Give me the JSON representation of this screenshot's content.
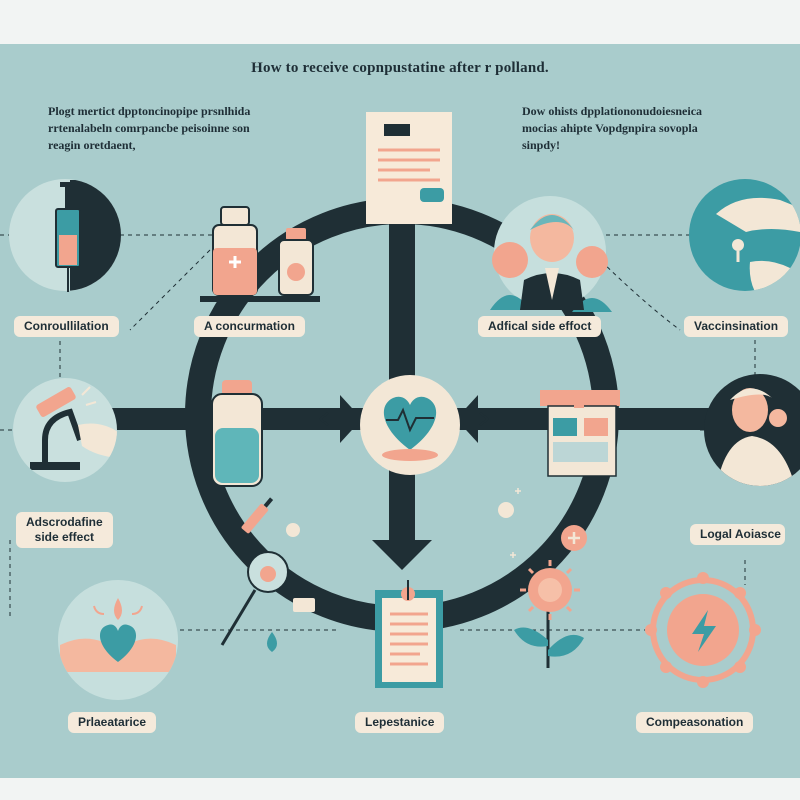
{
  "title": "How to receive copnpustatine after r polland.",
  "notes": {
    "left": [
      "Plogt mertict dpptoncinopipe prsnlhida",
      "rrtenalabeln comrpancbe peisoinne son",
      "reagin oretdaent,"
    ],
    "right": [
      "Dow ohists dpplationonudoiesneica",
      "mocias ahipte Vopdgnpira sovopla",
      "sinpdy!"
    ]
  },
  "stages": {
    "consultation": "Conroullilation",
    "consummation": "A concurmation",
    "adverse_top": "Adfical side effoct",
    "vaccination": "Vaccinsination",
    "adverse_left": [
      "Adscrodafine",
      "side effect"
    ],
    "legal": "Logal Aoiasce",
    "process": "Prlaeatarice",
    "acceptance": "Lepestanice",
    "compensation": "Compeasonation"
  },
  "colors": {
    "background": "#a9cccc",
    "flow": "#1f2f35",
    "peach": "#f2a58e",
    "teal": "#3c9ca4",
    "cream": "#f5eadb",
    "panel": "#f2f4f3"
  },
  "icons": [
    "syringe-icon",
    "vials-icon",
    "document-icon",
    "doctors-icon",
    "hands-icon",
    "microscope-icon",
    "vial-icon",
    "heart-icon",
    "pharmacy-icon",
    "patient-icon",
    "droplet-icon",
    "clipboard-icon",
    "flower-icon",
    "badge-icon"
  ]
}
